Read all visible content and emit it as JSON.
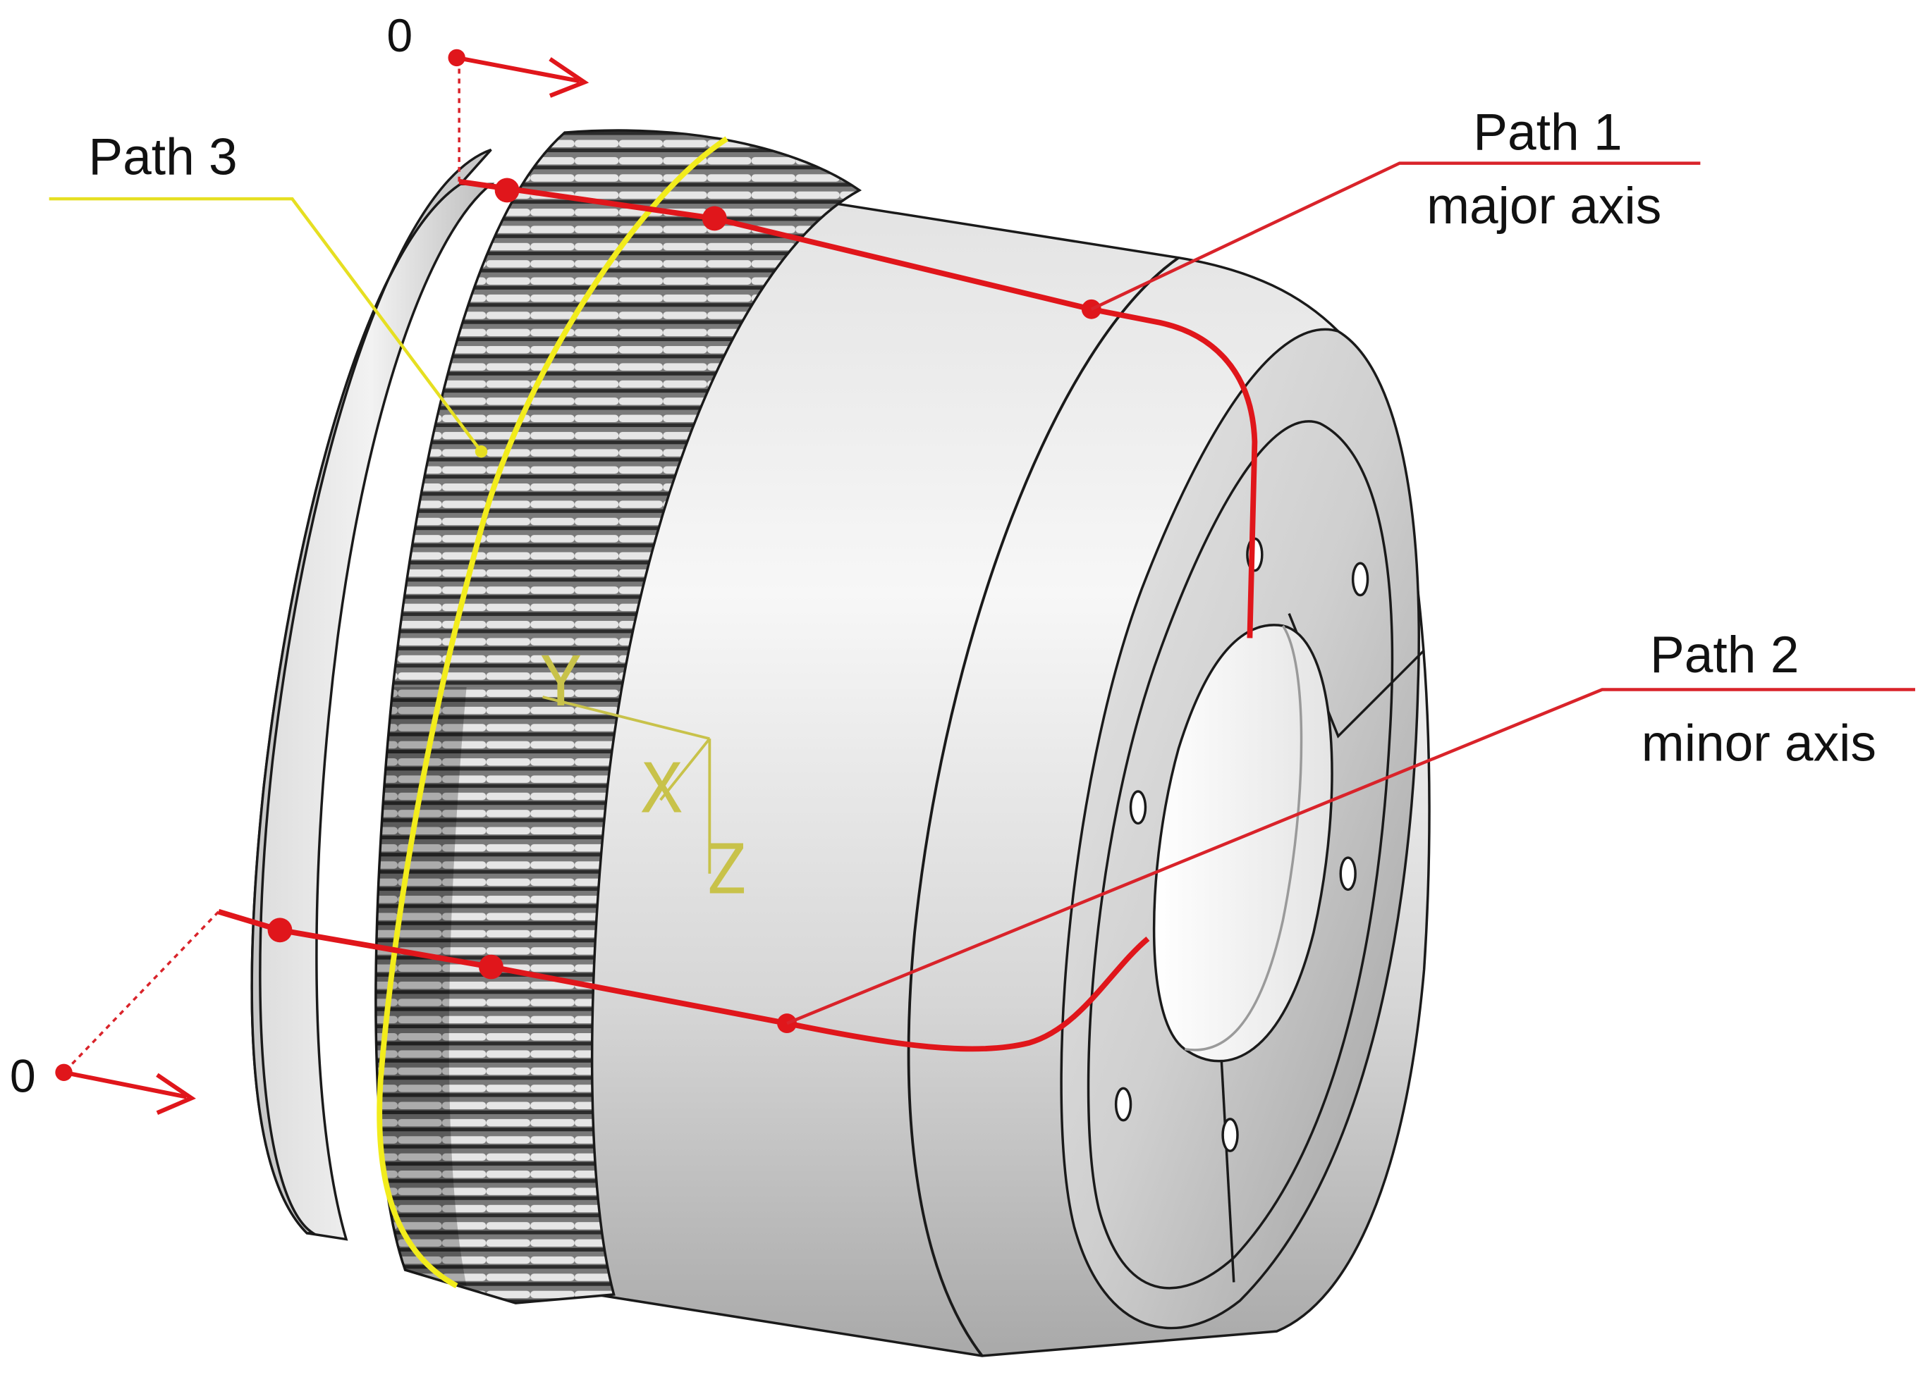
{
  "labels": {
    "path1": "Path 1",
    "path1_sub": "major axis",
    "path2": "Path 2",
    "path2_sub": "minor axis",
    "path3": "Path 3",
    "origin_top": "0",
    "origin_bottom": "0"
  },
  "axes": {
    "x": "X",
    "y": "Y",
    "z": "Z"
  },
  "colors": {
    "path_red": "#e0161b",
    "path_yellow": "#f2ec1c",
    "leader_red": "#d9232a",
    "leader_yellow": "#e6df22",
    "axis_triad": "#c8c24a",
    "body_light": "#f4f4f4",
    "body_mid": "#cfcfcf",
    "body_dark": "#9a9a9a",
    "outline": "#1a1a1a"
  }
}
